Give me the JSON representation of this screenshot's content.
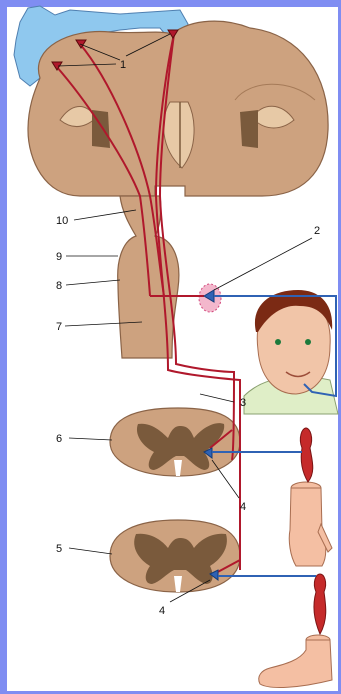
{
  "labels": {
    "l1": "1",
    "l2": "2",
    "l3": "3",
    "l4a": "4",
    "l4b": "4",
    "l5": "5",
    "l6": "6",
    "l7": "7",
    "l8": "8",
    "l9": "9",
    "l10": "10"
  },
  "colors": {
    "frame": "#7f8df2",
    "tissue": "#cda27f",
    "grey_matter": "#7a5a3c",
    "motor_tract": "#b0182c",
    "peripheral_nerve": "#2f62b4",
    "homunculus": "#8fc8ee"
  }
}
